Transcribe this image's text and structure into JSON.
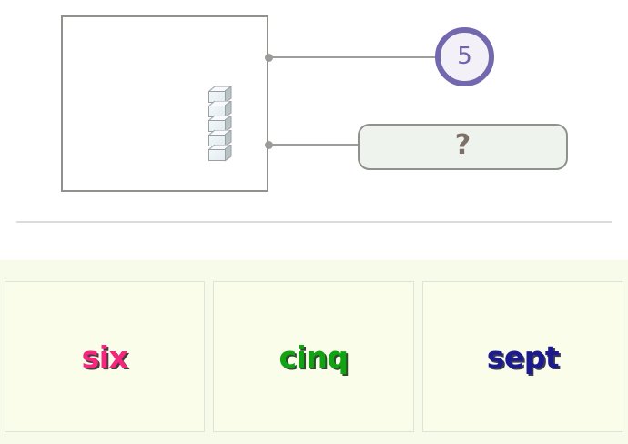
{
  "workspace": {
    "picture_frame": {
      "name": "cube-tower-illustration",
      "cube_count": 5,
      "cube_fill": "#eaf2f6",
      "cube_stroke": "#9aa0a3"
    },
    "connector_color": "#9a9d99",
    "count_circle": {
      "value": "5",
      "ring_color": "#7268ae",
      "text_color": "#6f64ad",
      "fill_color": "#f3f1f7"
    },
    "answer_slot": {
      "placeholder": "?",
      "placeholder_color": "#7d7066",
      "fill_color": "#eef3ee",
      "border_color": "#8e918c"
    }
  },
  "divider": {
    "color": "#dcdcdc"
  },
  "choice_tray": {
    "background": "#f7fbe9",
    "cards": [
      {
        "word": "six",
        "color": "#f4267e"
      },
      {
        "word": "cinq",
        "color": "#12a312"
      },
      {
        "word": "sept",
        "color": "#1b1b8f"
      }
    ]
  }
}
